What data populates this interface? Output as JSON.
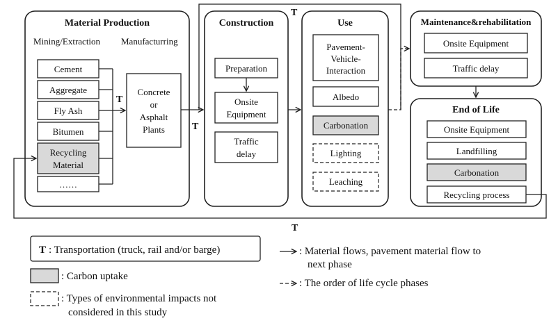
{
  "panels": {
    "material_production": {
      "title": "Material Production",
      "sub_mining": "Mining/Extraction",
      "sub_manufacturing": "Manufacturring",
      "items": [
        "Cement",
        "Aggregate",
        "Fly Ash",
        "Bitumen",
        "Recycling",
        "Material",
        "……"
      ],
      "plant": [
        "Concrete",
        "or",
        "Asphalt",
        "Plants"
      ]
    },
    "construction": {
      "title": "Construction",
      "preparation": "Preparation",
      "onsite": [
        "Onsite",
        "Equipment"
      ],
      "traffic": [
        "Traffic",
        "delay"
      ]
    },
    "use": {
      "title": "Use",
      "pvi": [
        "Pavement-",
        "Vehicle-",
        "Interaction"
      ],
      "albedo": "Albedo",
      "carbonation": "Carbonation",
      "lighting": "Lighting",
      "leaching": "Leaching"
    },
    "maintenance": {
      "title": "Maintenance&rehabilitation",
      "onsite": "Onsite Equipment",
      "traffic": "Traffic delay"
    },
    "end_of_life": {
      "title": "End of Life",
      "onsite": "Onsite Equipment",
      "landfilling": "Landfilling",
      "carbonation": "Carbonation",
      "recycling": "Recycling process"
    }
  },
  "transport_marker": "T",
  "legend": {
    "transport_symbol": "T",
    "transport_text": ": Transportation (truck, rail and/or barge)",
    "carbon_text": ": Carbon uptake",
    "notconsidered_line1": ": Types of environmental impacts not",
    "notconsidered_line2": "considered in this study",
    "flow_line1": ": Material flows, pavement material flow to",
    "flow_line2": "next phase",
    "order_text": ": The order of life cycle phases"
  }
}
